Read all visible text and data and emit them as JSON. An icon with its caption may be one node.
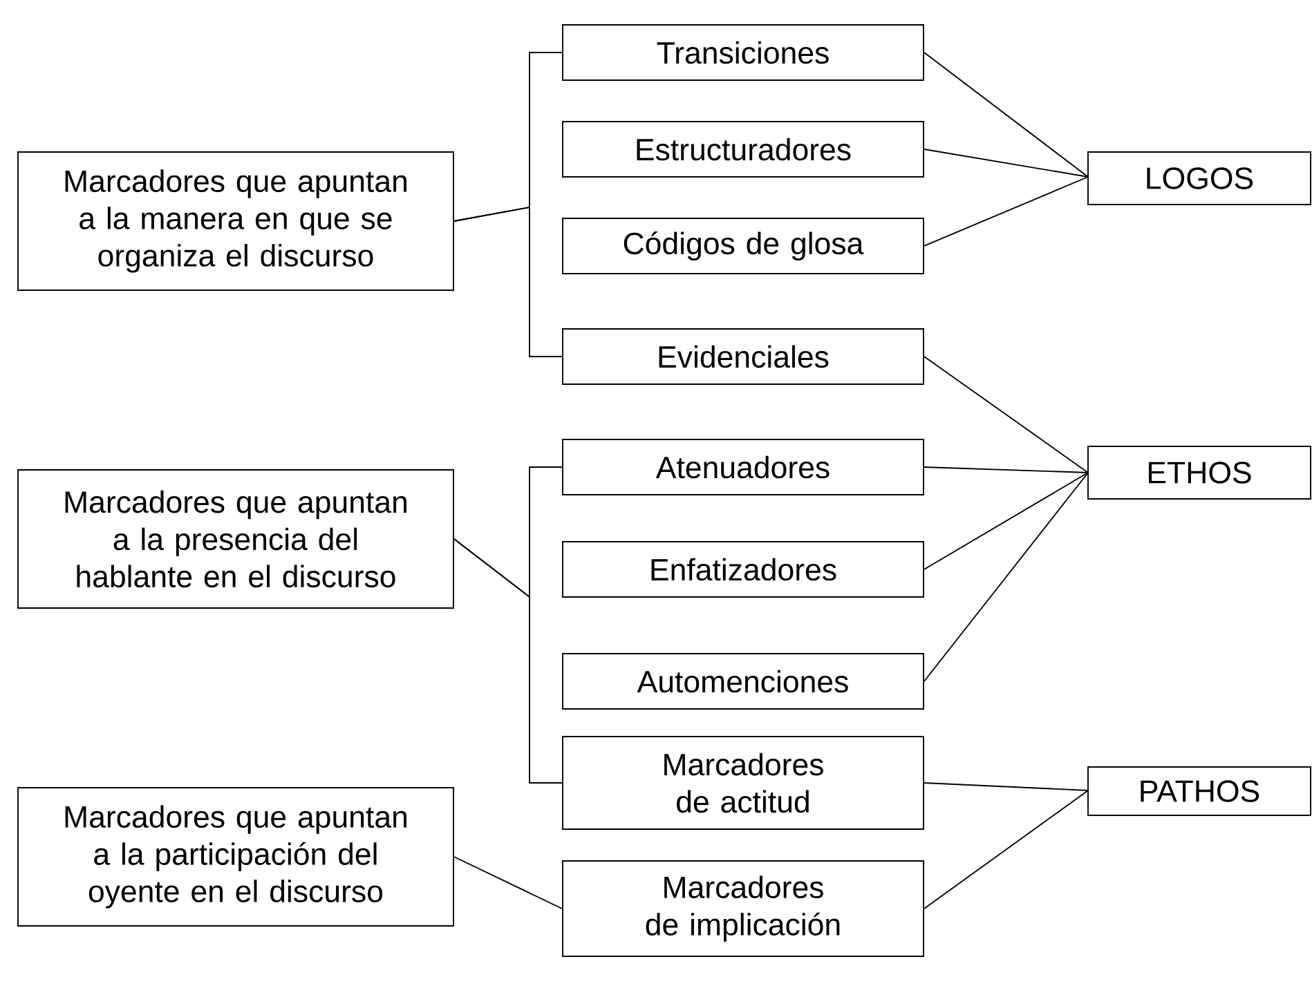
{
  "diagram": {
    "nodes": [
      {
        "text": [
          "Marcadores que apuntan a la manera en que se organiza el discurso"
        ]
      },
      {
        "text": [
          "Transiciones"
        ]
      },
      {
        "text": [
          "Estructuradores"
        ]
      },
      {
        "text": [
          "Códigos de glosa"
        ]
      },
      {
        "text": [
          "Evidenciales"
        ]
      },
      {
        "text": [
          "LOGOS"
        ]
      },
      {
        "text": [
          "Marcadores que apuntan a la presencia del hablante en el discurso"
        ]
      },
      {
        "text": [
          "Atenuadores"
        ]
      },
      {
        "text": [
          "Enfatizadores"
        ]
      },
      {
        "text": [
          "Automenciones"
        ]
      },
      {
        "text": [
          "Marcadores de actitud"
        ]
      },
      {
        "text": [
          "ETHOS"
        ]
      },
      {
        "text": [
          "Marcadores que apuntan a la participación del oyente en el discurso"
        ]
      },
      {
        "text": [
          "Marcadores de implicación"
        ]
      },
      {
        "text": [
          "PATHOS"
        ]
      }
    ],
    "edges": [
      {
        "from": 0,
        "to": 1,
        "arrow": "none"
      },
      {
        "from": 0,
        "to": 4,
        "arrow": "none"
      },
      {
        "from": 6,
        "to": 7,
        "arrow": "none"
      },
      {
        "from": 6,
        "to": 10,
        "arrow": "none"
      },
      {
        "from": 12,
        "to": 13,
        "arrow": "none"
      },
      {
        "from": 1,
        "to": 5,
        "arrow": "none"
      },
      {
        "from": 2,
        "to": 5,
        "arrow": "none"
      },
      {
        "from": 3,
        "to": 5,
        "arrow": "none"
      },
      {
        "from": 4,
        "to": 11,
        "arrow": "none"
      },
      {
        "from": 7,
        "to": 11,
        "arrow": "none"
      },
      {
        "from": 8,
        "to": 11,
        "arrow": "none"
      },
      {
        "from": 9,
        "to": 11,
        "arrow": "none"
      },
      {
        "from": 10,
        "to": 14,
        "arrow": "none"
      },
      {
        "from": 13,
        "to": 14,
        "arrow": "none"
      }
    ]
  }
}
